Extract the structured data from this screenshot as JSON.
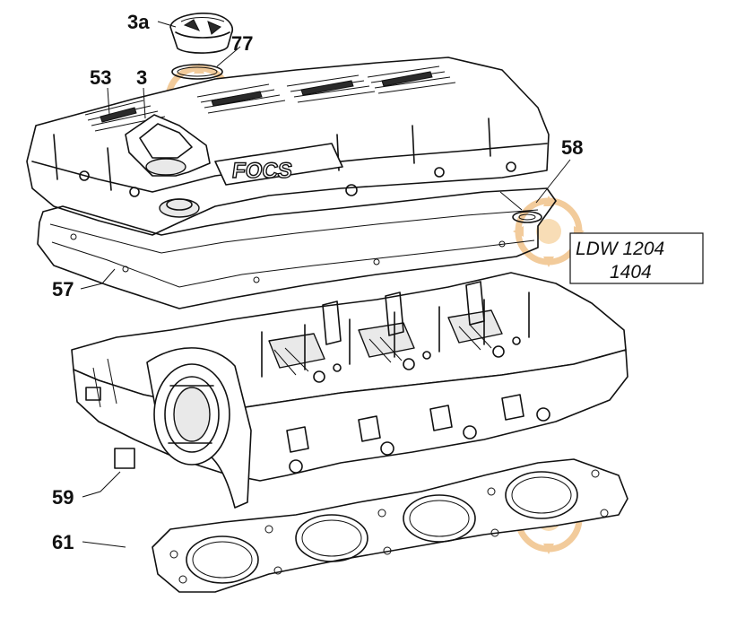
{
  "callouts": {
    "c3a": "3a",
    "c77": "77",
    "c53": "53",
    "c3": "3",
    "c58": "58",
    "c57": "57",
    "c59": "59",
    "c61": "61"
  },
  "model_box": {
    "line1": "LDW 1204",
    "line2": "1404"
  },
  "cover_logo": "FOCS",
  "colors": {
    "line": "#111111",
    "watermark": "#e8a14a"
  }
}
